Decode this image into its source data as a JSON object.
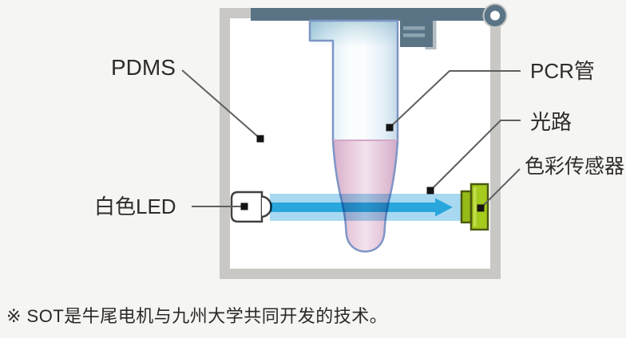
{
  "figure": {
    "labels": {
      "pdms": "PDMS",
      "pcr_tube": "PCR管",
      "light_path": "光路",
      "color_sensor": "色彩传感器",
      "white_led": "白色LED"
    },
    "footnote": "※ SOT是牛尾电机与九州大学共同开发的技术。",
    "colors": {
      "background": "#f5f5f4",
      "frame_gray": "#c9c8c5",
      "chamber_white": "#ffffff",
      "slate_bar": "#5a7486",
      "clip_stripe": "#8ea3b0",
      "tube_outline": "#7e95c6",
      "liquid_pink": "#e4c4d9",
      "liquid_top_edge": "#d3a8c6",
      "beam_light": "#a9d9f1",
      "beam_core": "#29a7dc",
      "sensor_green": "#a4cb1e",
      "sensor_green_dark": "#96ba17",
      "sensor_outline": "#4c5a0e",
      "led_outline": "#404040",
      "leader_line": "#5f5f5f",
      "marker_dot": "#141414",
      "text": "#2e2b29"
    }
  }
}
